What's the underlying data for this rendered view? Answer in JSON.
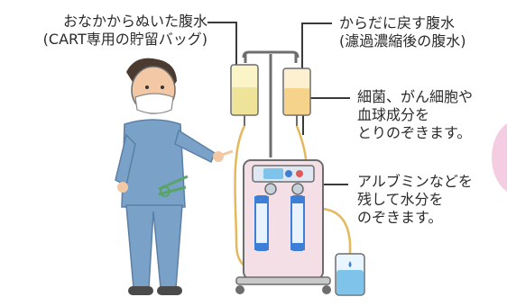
{
  "labels": {
    "drained_ascites": {
      "line1": "おなかからぬいた腹水",
      "line2": "(CART専用の貯留バッグ)"
    },
    "returned_ascites": {
      "line1": "からだに戻す腹水",
      "line2": "(濾過濃縮後の腹水)"
    },
    "filter_step": {
      "line1": "細菌、がん細胞や",
      "line2": "血球成分を",
      "line3": "とりのぞきます。"
    },
    "concentrate_step": {
      "line1": "アルブミンなどを",
      "line2": "残して水分を",
      "line3": "のぞきます。"
    }
  },
  "colors": {
    "ink": "#3a3a3a",
    "scrubs": "#7aa2c9",
    "skin": "#f3c9a5",
    "ascites_drained": "#efe39a",
    "ascites_returned": "#f5d38b",
    "tube": "#e6b85c",
    "machine_pink": "#f4dfe6",
    "filter_blue": "#3d7fd6",
    "water": "#7fc3ea",
    "accent_pink": "#f5cde3"
  }
}
